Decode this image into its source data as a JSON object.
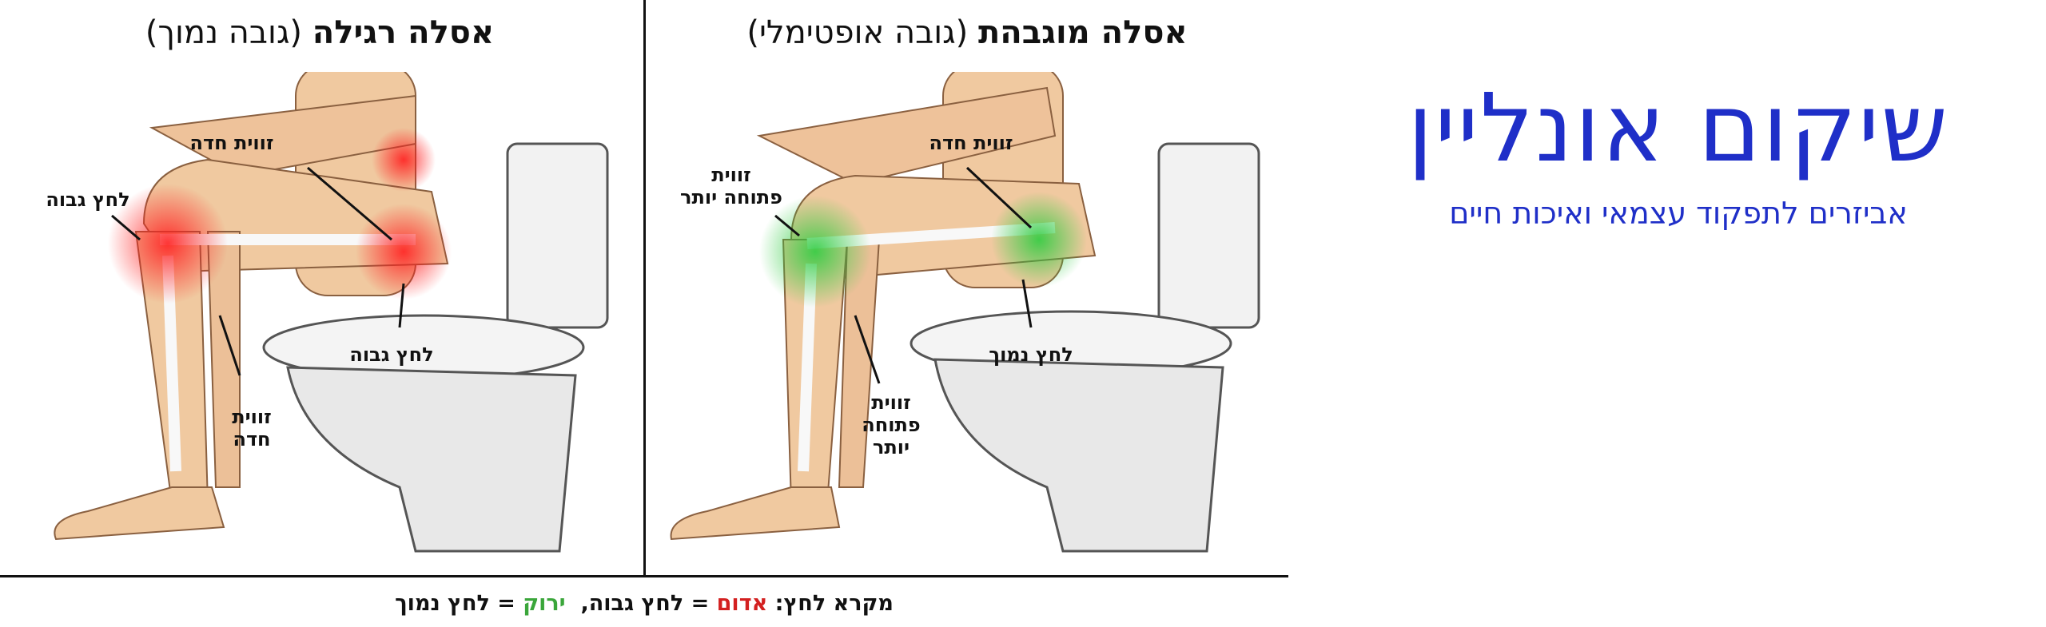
{
  "left_panel": {
    "title_bold": "אסלה רגילה",
    "title_sub": "(גובה נמוך)",
    "labels": {
      "hip_angle": "זווית חדה",
      "knee_pressure": "לחץ גבוה",
      "hip_pressure": "לחץ גבוה",
      "knee_angle_line1": "זווית",
      "knee_angle_line2": "חדה"
    },
    "glow_color": "#ff2a2a"
  },
  "right_panel": {
    "title_bold": "אסלה מוגבהת",
    "title_sub": "(גובה אופטימלי)",
    "labels": {
      "hip_angle": "זווית חדה",
      "knee_pressure_line1": "זווית",
      "knee_pressure_line2": "פתוחה יותר",
      "hip_pressure": "לחץ נמוך",
      "knee_angle_line1": "זווית",
      "knee_angle_line2": "פתוחה",
      "knee_angle_line3": "יותר"
    },
    "glow_color": "#2ecc40"
  },
  "legend": {
    "prefix": "מקרא לחץ:",
    "red_word": "אדום",
    "red_meaning": "= לחץ גבוה,",
    "green_word": "ירוק",
    "green_meaning": "= לחץ נמוך"
  },
  "logo": {
    "name": "שיקום אונליין",
    "tagline": "אביזרים לתפקוד עצמאי ואיכות חיים",
    "color": "#1f2fc8"
  }
}
